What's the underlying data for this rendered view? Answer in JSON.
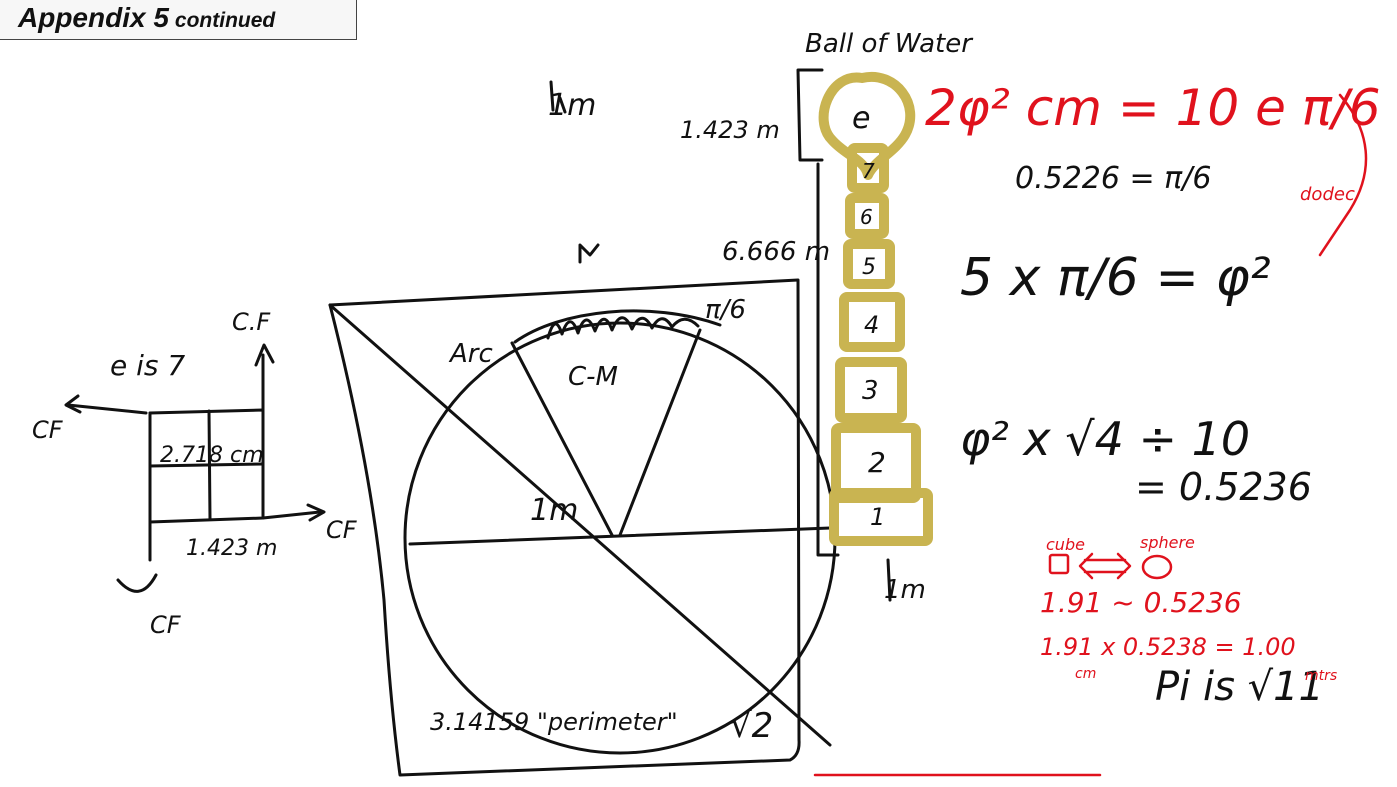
{
  "header": {
    "title": "Appendix 5",
    "subtitle": "continued"
  },
  "colors": {
    "ink": "#111111",
    "red": "#e0121d",
    "gold": "#c9b451"
  },
  "left_grid": {
    "e_label": "e is 7",
    "cf_top": "C.F",
    "cf_left": "CF",
    "cf_right": "CF",
    "cf_bottom": "CF",
    "dim_top": "2.718 cm",
    "dim_bottom": "1.423 m"
  },
  "square": {
    "side_label": "1m",
    "arc_label": "Arc",
    "cm_label": "C-M",
    "pi6_label": "π/6",
    "radius_label": "1m",
    "perimeter_label": "3.14159 \"perimeter\"",
    "root2_label": "√2"
  },
  "ball_tower": {
    "title": "Ball of Water",
    "top_dim": "1.423 m",
    "side_dim": "6.666 m",
    "bottom_dim": "1m",
    "ball_label": "e",
    "boxes": [
      "7",
      "6",
      "5",
      "4",
      "3",
      "2",
      "1"
    ]
  },
  "right_notes": {
    "phi_cm_eq": "2φ² cm = 10 e π/6",
    "pi6_val": "0.5226 = π/6",
    "side_note": "dodec",
    "five_pi6": "5 x π/6 = φ²",
    "phi_sqrt": "φ² x √4 ÷ 10",
    "phi_result": "= 0.5236",
    "cube_label": "cube",
    "sphere_label": "sphere",
    "ratio1": "1.91 ~ 0.5236",
    "ratio2": "1.91 x 0.5238 = 1.00",
    "ratio2_cm": "cm",
    "ratio2_m": "mtrs",
    "pi_root": "Pi is √11"
  }
}
